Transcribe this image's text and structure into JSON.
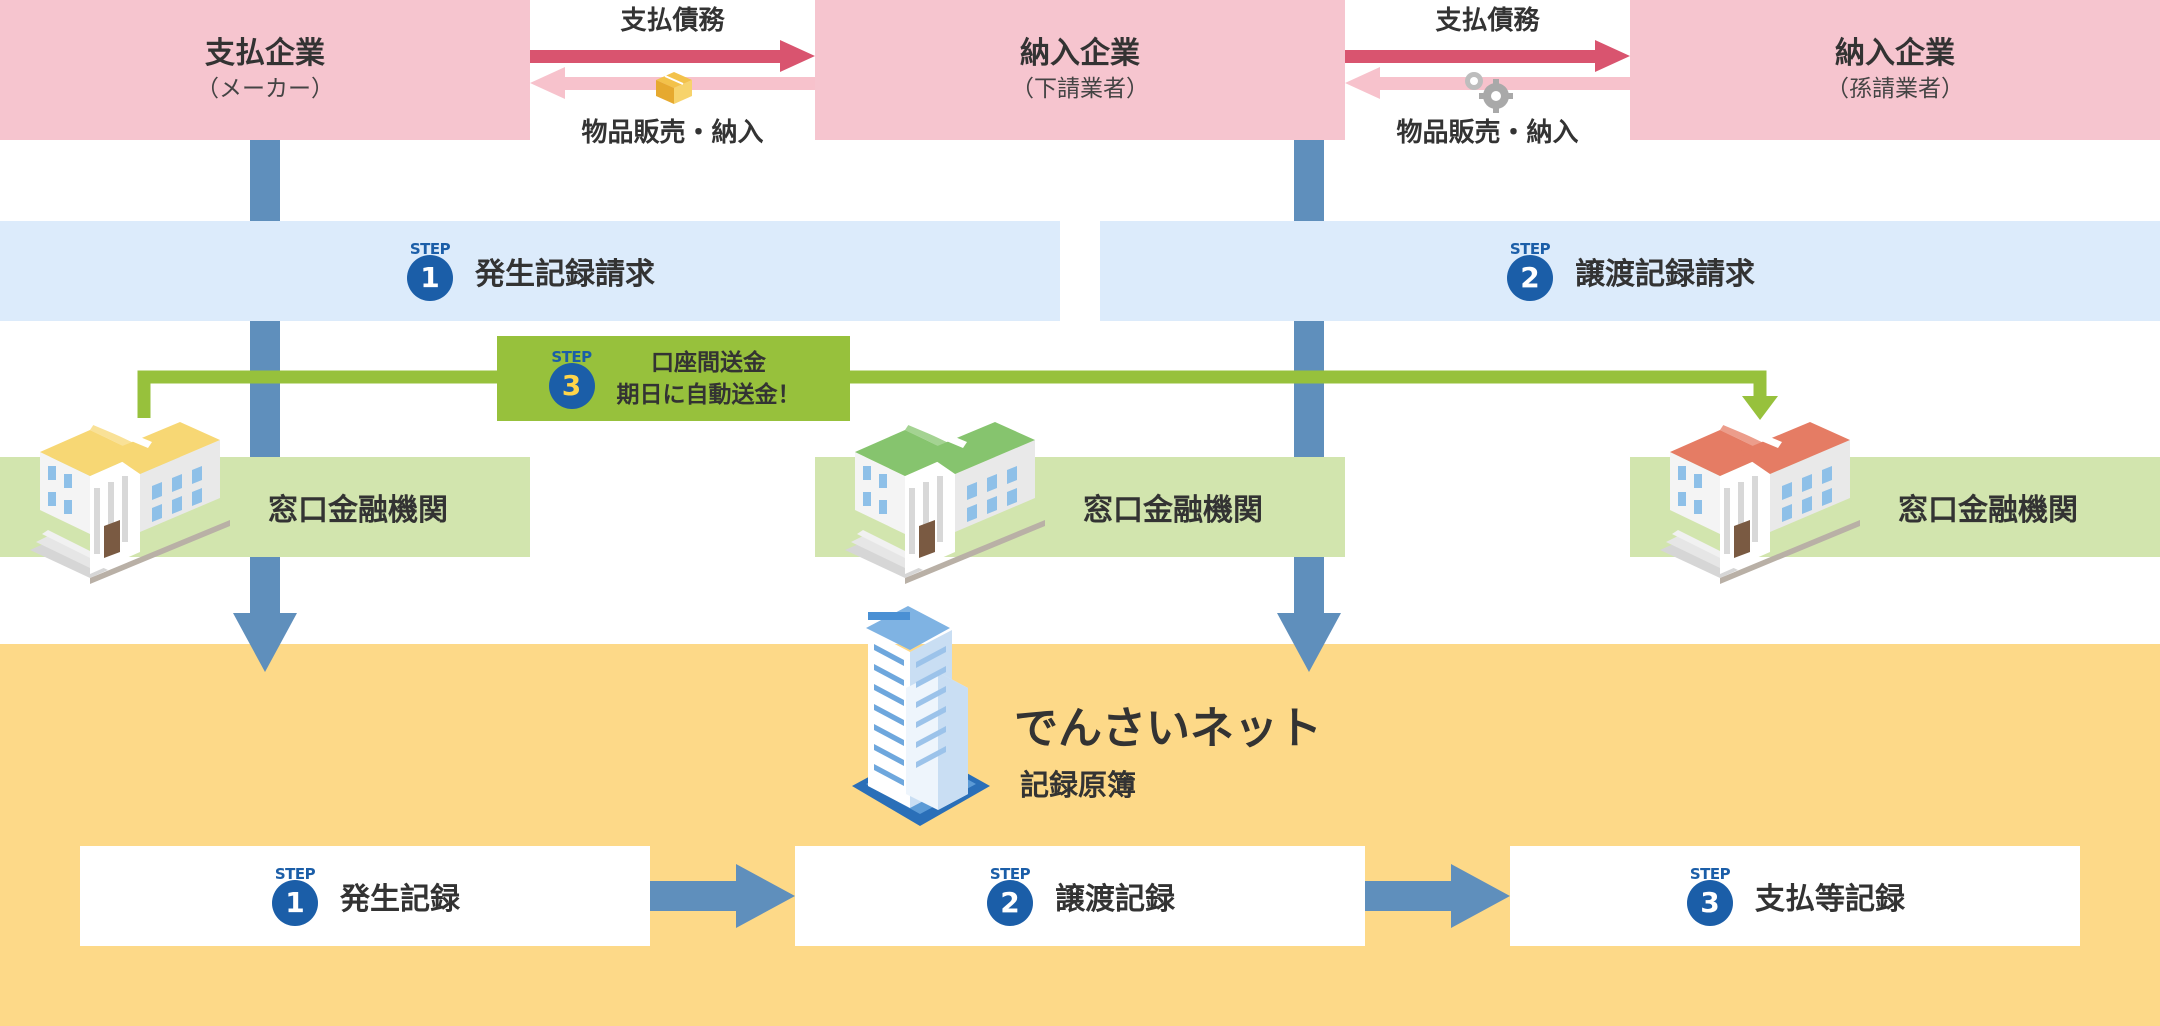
{
  "companies": {
    "payer": {
      "name": "支払企業",
      "sub": "（メーカー）"
    },
    "supplier": {
      "name": "納入企業",
      "sub": "（下請業者）"
    },
    "subsupplier": {
      "name": "納入企業",
      "sub": "（孫請業者）"
    }
  },
  "deals": [
    {
      "obligation": "支払債務",
      "delivery": "物品販売・納入",
      "icon": "package-icon"
    },
    {
      "obligation": "支払債務",
      "delivery": "物品販売・納入",
      "icon": "gears-icon"
    }
  ],
  "requests": [
    {
      "step_word": "STEP",
      "step": "1",
      "label": "発生記録請求"
    },
    {
      "step_word": "STEP",
      "step": "2",
      "label": "譲渡記録請求"
    }
  ],
  "transfer": {
    "step_word": "STEP",
    "step": "3",
    "line1": "口座間送金",
    "line2": "期日に自動送金！"
  },
  "banks": [
    {
      "label": "窓口金融機関",
      "icon": "bank-building-icon",
      "roof_color": "#f7d774"
    },
    {
      "label": "窓口金融機関",
      "icon": "bank-building-icon",
      "roof_color": "#86c46e"
    },
    {
      "label": "窓口金融機関",
      "icon": "bank-building-icon",
      "roof_color": "#e57c64"
    }
  ],
  "densai": {
    "title": "でんさいネット",
    "subtitle": "記録原簿",
    "icon": "office-tower-icon"
  },
  "records": [
    {
      "step_word": "STEP",
      "step": "1",
      "label": "発生記録"
    },
    {
      "step_word": "STEP",
      "step": "2",
      "label": "譲渡記録"
    },
    {
      "step_word": "STEP",
      "step": "3",
      "label": "支払等記録"
    }
  ],
  "colors": {
    "company_bg": "#f6c5cf",
    "obligation_arrow": "#d9546f",
    "delivery_arrow": "#f7c2cc",
    "request_bg": "#dcebfb",
    "bank_bg": "#d2e5ae",
    "flow_arrow": "#5f8fbc",
    "transfer_green": "#97c13c",
    "lane_bg": "#fdd988",
    "step_blue": "#1b5ea8"
  }
}
